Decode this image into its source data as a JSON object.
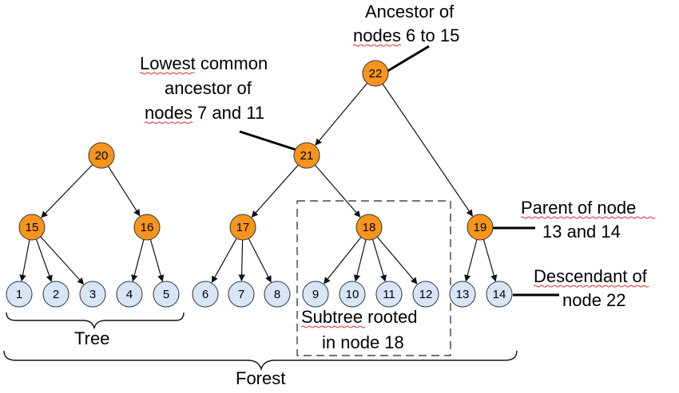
{
  "colors": {
    "internal_fill": "#f7941d",
    "leaf_fill": "#d6e6f7",
    "node_stroke": "#333333",
    "edge": "#111111",
    "spellcheck": "#e03030"
  },
  "nodes": {
    "22": {
      "label": "22",
      "kind": "internal"
    },
    "21": {
      "label": "21",
      "kind": "internal"
    },
    "20": {
      "label": "20",
      "kind": "internal"
    },
    "19": {
      "label": "19",
      "kind": "internal"
    },
    "18": {
      "label": "18",
      "kind": "internal"
    },
    "17": {
      "label": "17",
      "kind": "internal"
    },
    "16": {
      "label": "16",
      "kind": "internal"
    },
    "15": {
      "label": "15",
      "kind": "internal"
    },
    "1": {
      "label": "1",
      "kind": "leaf"
    },
    "2": {
      "label": "2",
      "kind": "leaf"
    },
    "3": {
      "label": "3",
      "kind": "leaf"
    },
    "4": {
      "label": "4",
      "kind": "leaf"
    },
    "5": {
      "label": "5",
      "kind": "leaf"
    },
    "6": {
      "label": "6",
      "kind": "leaf"
    },
    "7": {
      "label": "7",
      "kind": "leaf"
    },
    "8": {
      "label": "8",
      "kind": "leaf"
    },
    "9": {
      "label": "9",
      "kind": "leaf"
    },
    "10": {
      "label": "10",
      "kind": "leaf"
    },
    "11": {
      "label": "11",
      "kind": "leaf"
    },
    "12": {
      "label": "12",
      "kind": "leaf"
    },
    "13": {
      "label": "13",
      "kind": "leaf"
    },
    "14": {
      "label": "14",
      "kind": "leaf"
    }
  },
  "edges": [
    [
      "22",
      "21"
    ],
    [
      "22",
      "19"
    ],
    [
      "21",
      "17"
    ],
    [
      "21",
      "18"
    ],
    [
      "20",
      "15"
    ],
    [
      "20",
      "16"
    ],
    [
      "15",
      "1"
    ],
    [
      "15",
      "2"
    ],
    [
      "15",
      "3"
    ],
    [
      "16",
      "4"
    ],
    [
      "16",
      "5"
    ],
    [
      "17",
      "6"
    ],
    [
      "17",
      "7"
    ],
    [
      "17",
      "8"
    ],
    [
      "18",
      "9"
    ],
    [
      "18",
      "10"
    ],
    [
      "18",
      "11"
    ],
    [
      "18",
      "12"
    ],
    [
      "19",
      "13"
    ],
    [
      "19",
      "14"
    ]
  ],
  "annotations": {
    "ancestor": {
      "lines": [
        "Ancestor of",
        "nodes 6 to 15"
      ]
    },
    "lca": {
      "lines": [
        "Lowest common",
        "ancestor of",
        "nodes 7 and 11"
      ]
    },
    "parent": {
      "lines": [
        "Parent of node",
        "13 and 14"
      ]
    },
    "descendant": {
      "lines": [
        "Descendant of",
        "node 22"
      ]
    },
    "subtree": {
      "lines": [
        "Subtree rooted",
        "in node 18"
      ]
    },
    "tree": {
      "text": "Tree"
    },
    "forest": {
      "text": "Forest"
    }
  }
}
